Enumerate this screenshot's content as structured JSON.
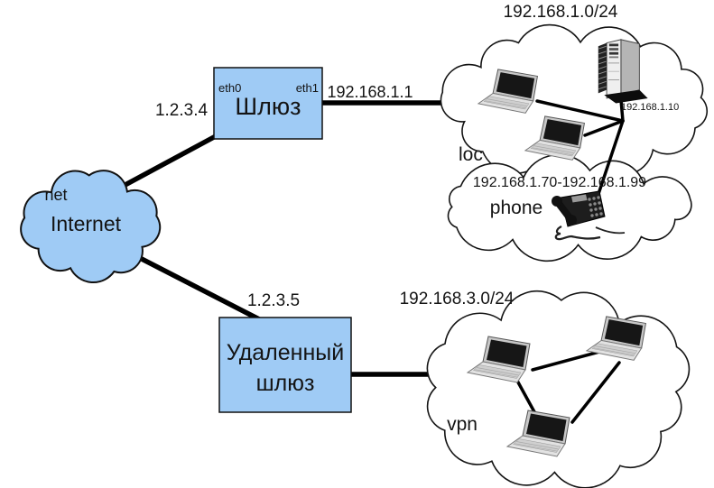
{
  "colors": {
    "node_fill": "#9fcbf5",
    "cloud_fill": "#ffffff",
    "outline": "#111111",
    "line": "#000000"
  },
  "internet": {
    "tag": "net",
    "label": "Internet"
  },
  "gateway": {
    "label": "Шлюз",
    "iface_left": "eth0",
    "iface_right": "eth1",
    "wan_ip": "1.2.3.4",
    "lan_ip": "192.168.1.1"
  },
  "remote_gateway": {
    "label_line1": "Удаленный",
    "label_line2": "шлюз",
    "wan_ip": "1.2.3.5"
  },
  "loc_network": {
    "subnet": "192.168.1.0/24",
    "tag": "loc",
    "server_ip": "192.168.1.10",
    "devices": [
      "laptop",
      "laptop",
      "server"
    ]
  },
  "phone_network": {
    "ip_range": "192.168.1.70-192.168.1.99",
    "tag": "phone",
    "devices": [
      "desk-phone"
    ]
  },
  "vpn_network": {
    "subnet": "192.168.3.0/24",
    "tag": "vpn",
    "devices": [
      "laptop",
      "laptop",
      "laptop"
    ]
  }
}
